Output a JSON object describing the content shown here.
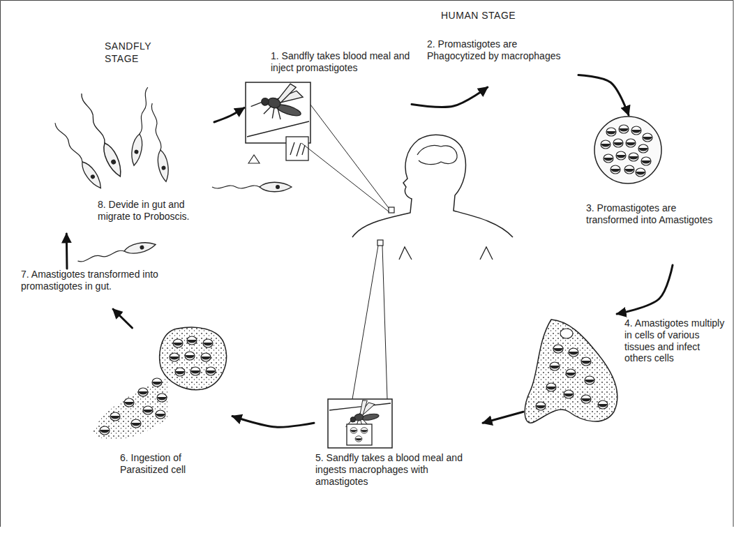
{
  "diagram": {
    "nodes": [
      {
        "text": [
          "1. Sandfly takes blood meal and inject promastigotes"
        ]
      },
      {
        "text": [
          "2. Promastigotes are Phagocytized by macrophages"
        ]
      },
      {
        "text": [
          "3. Promastigotes are transformed into Amastigotes"
        ]
      },
      {
        "text": [
          "4. Amastigotes multiply in cells of various tissues and infect others cells"
        ]
      },
      {
        "text": [
          "5. Sandfly takes a blood meal and ingests macrophages with amastigotes"
        ]
      },
      {
        "text": [
          "6. Ingestion of Parasitized cell"
        ]
      },
      {
        "text": [
          "7. Amastigotes transformed into promastigotes in gut."
        ]
      },
      {
        "text": [
          "8. Devide in gut and migrate to Proboscis."
        ]
      }
    ],
    "edges": [
      {
        "from": 0,
        "to": 1,
        "arrow": "to"
      },
      {
        "from": 1,
        "to": 2,
        "arrow": "to"
      },
      {
        "from": 2,
        "to": 3,
        "arrow": "to"
      },
      {
        "from": 3,
        "to": 4,
        "arrow": "to"
      },
      {
        "from": 4,
        "to": 5,
        "arrow": "to"
      },
      {
        "from": 5,
        "to": 6,
        "arrow": "to"
      },
      {
        "from": 6,
        "to": 7,
        "arrow": "to"
      },
      {
        "from": 7,
        "to": 0,
        "arrow": "to"
      }
    ],
    "labels": [
      "SANDFLY STAGE",
      "HUMAN STAGE"
    ]
  }
}
